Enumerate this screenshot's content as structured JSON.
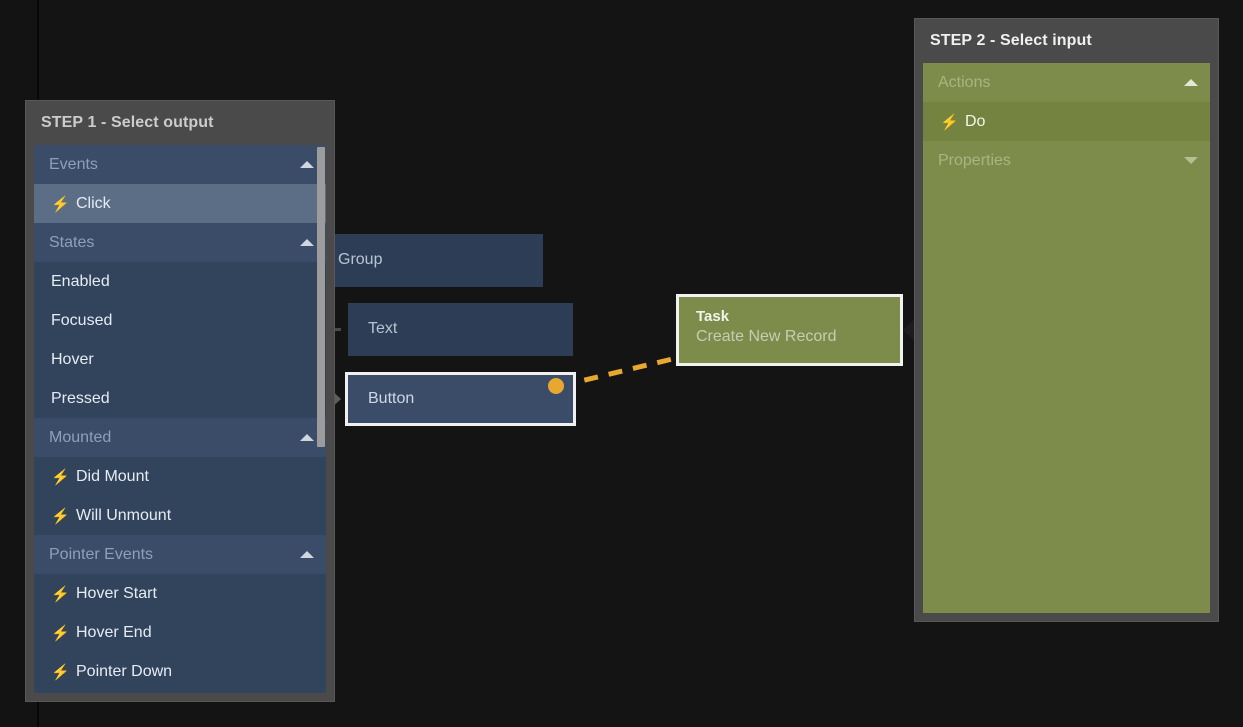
{
  "canvas": {
    "background_color": "#141414",
    "nodes": [
      {
        "id": "group",
        "label": "Group",
        "type": "component",
        "selected": false
      },
      {
        "id": "text",
        "label": "Text",
        "type": "component",
        "selected": false
      },
      {
        "id": "button",
        "label": "Button",
        "type": "component",
        "selected": true
      },
      {
        "id": "task",
        "label": "Task",
        "sublabel": "Create New Record",
        "type": "task",
        "selected": true
      }
    ],
    "connection": {
      "from": "button",
      "to": "task",
      "style": "dashed",
      "color": "#e8a830"
    }
  },
  "step1": {
    "title": "STEP 1 - Select output",
    "accent_color": "#32435c",
    "groups": [
      {
        "label": "Events",
        "expanded": true,
        "caret": "caret-up-icon",
        "items": [
          {
            "label": "Click",
            "icon": "bolt-icon",
            "highlighted": true
          }
        ]
      },
      {
        "label": "States",
        "expanded": true,
        "caret": "caret-up-icon",
        "items": [
          {
            "label": "Enabled",
            "icon": null,
            "highlighted": false
          },
          {
            "label": "Focused",
            "icon": null,
            "highlighted": false
          },
          {
            "label": "Hover",
            "icon": null,
            "highlighted": false
          },
          {
            "label": "Pressed",
            "icon": null,
            "highlighted": false
          }
        ]
      },
      {
        "label": "Mounted",
        "expanded": true,
        "caret": "caret-up-icon",
        "items": [
          {
            "label": "Did Mount",
            "icon": "bolt-icon",
            "highlighted": false
          },
          {
            "label": "Will Unmount",
            "icon": "bolt-icon",
            "highlighted": false
          }
        ]
      },
      {
        "label": "Pointer Events",
        "expanded": true,
        "caret": "caret-up-icon",
        "items": [
          {
            "label": "Hover Start",
            "icon": "bolt-icon",
            "highlighted": false
          },
          {
            "label": "Hover End",
            "icon": "bolt-icon",
            "highlighted": false
          },
          {
            "label": "Pointer Down",
            "icon": "bolt-icon",
            "highlighted": false
          }
        ]
      }
    ]
  },
  "step2": {
    "title": "STEP 2 - Select input",
    "accent_color": "#7d8c4a",
    "groups": [
      {
        "label": "Actions",
        "expanded": true,
        "caret": "caret-up-icon",
        "items": [
          {
            "label": "Do",
            "icon": "bolt-icon",
            "highlighted": false
          }
        ]
      },
      {
        "label": "Properties",
        "expanded": false,
        "caret": "caret-down-icon",
        "items": []
      }
    ]
  },
  "icons": {
    "bolt": "⚡"
  }
}
